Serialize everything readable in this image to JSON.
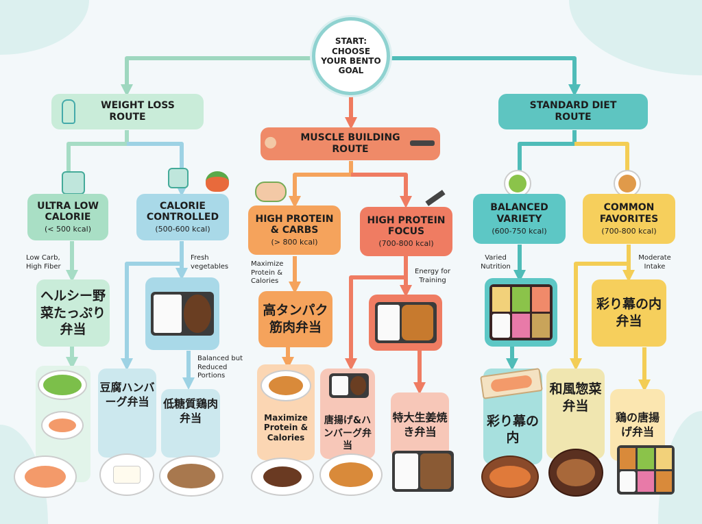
{
  "start": {
    "label": "START:\nCHOOSE\nYOUR BENTO\nGOAL",
    "lines": [
      "START:",
      "CHOOSE",
      "YOUR BENTO",
      "GOAL"
    ]
  },
  "routes": {
    "weight_loss": {
      "label_1": "WEIGHT LOSS",
      "label_2": "ROUTE",
      "color": "#c9ecd9"
    },
    "muscle": {
      "label_1": "MUSCLE BUILDING",
      "label_2": "ROUTE",
      "color": "#ef8a68"
    },
    "standard": {
      "label_1": "STANDARD DIET",
      "label_2": "ROUTE",
      "color": "#5ec5c1"
    }
  },
  "categories": [
    {
      "title_1": "ULTRA LOW",
      "title_2": "CALORIE",
      "kcal": "(< 500 kcal)",
      "note": "Low Carb, High Fiber",
      "color": "#a9dfc5"
    },
    {
      "title_1": "CALORIE",
      "title_2": "CONTROLLED",
      "kcal": "(500-600 kcal)",
      "note": "Fresh vegetables",
      "note2": "Balanced but Reduced Portions",
      "color": "#a9d9e8"
    },
    {
      "title_1": "HIGH PROTEIN",
      "title_2": "& CARBS",
      "kcal": "(> 800 kcal)",
      "note": "Maximize Protein & Calories",
      "color": "#f5a35c"
    },
    {
      "title_1": "HIGH PROTEIN",
      "title_2": "FOCUS",
      "kcal": "(700-800 kcal)",
      "note": "Energy for Training",
      "color": "#ef7c62"
    },
    {
      "title_1": "BALANCED",
      "title_2": "VARIETY",
      "kcal": "(600-750 kcal)",
      "note": "Varied Nutrition",
      "color": "#5dc7c5"
    },
    {
      "title_1": "COMMON",
      "title_2": "FAVORITES",
      "kcal": "(700-800 kcal)",
      "note": "Moderate Intake",
      "color": "#f6cf5c"
    }
  ],
  "bentos": {
    "healthy_veg": "ヘルシー野菜たっぷり弁当",
    "high_protein_muscle": "高タンパク筋肉弁当",
    "irodori_makunouchi": "彩り幕の内弁当",
    "tofu_hamburg": "豆腐ハンバーグ弁当",
    "low_carb_chicken": "低糖質鶏肉弁当",
    "maximize": "Maximize Protein & Calories",
    "karaage_hamburg": "唐揚げ&ハンバーグ弁当",
    "ginger_pork": "特大生姜焼き弁当",
    "irodori_short": "彩り幕の内",
    "wafu_sozai": "和風惣菜弁当",
    "tori_karaage": "鶏の唐揚げ弁当"
  }
}
